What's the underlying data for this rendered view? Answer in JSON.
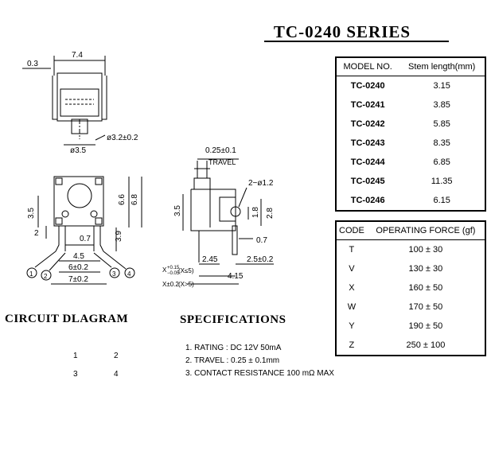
{
  "title": "TC-0240  SERIES",
  "model_table": {
    "headers": [
      "MODEL NO.",
      "Stem length(mm)"
    ],
    "rows": [
      {
        "model": "TC-0240",
        "stem": "3.15"
      },
      {
        "model": "TC-0241",
        "stem": "3.85"
      },
      {
        "model": "TC-0242",
        "stem": "5.85"
      },
      {
        "model": "TC-0243",
        "stem": "8.35"
      },
      {
        "model": "TC-0244",
        "stem": "6.85"
      },
      {
        "model": "TC-0245",
        "stem": "11.35"
      },
      {
        "model": "TC-0246",
        "stem": "6.15"
      }
    ]
  },
  "force_table": {
    "headers": [
      "CODE",
      "OPERATING FORCE (gf)"
    ],
    "rows": [
      {
        "code": "T",
        "force": "100 ± 30"
      },
      {
        "code": "V",
        "force": "130 ± 30"
      },
      {
        "code": "X",
        "force": "160 ± 50"
      },
      {
        "code": "W",
        "force": "170 ± 50"
      },
      {
        "code": "Y",
        "force": "190 ± 50"
      },
      {
        "code": "Z",
        "force": "250 ± 100"
      }
    ]
  },
  "circuit_heading": "CIRCUIT  DLAGRAM",
  "spec_heading": "SPECIFICATIONS",
  "specifications": [
    "1. RATING : DC 12V  50mA",
    "2. TRAVEL : 0.25 ± 0.1mm",
    "3. CONTACT RESISTANCE 100 mΩ MAX"
  ],
  "dims": {
    "top_width": "7.4",
    "top_offset": "0.3",
    "stem_dia": "ø3.5",
    "stem_dia_tol": "ø3.2±0.2",
    "h_35": "3.5",
    "h_66": "6.6",
    "h_68": "6.8",
    "d_2": "2",
    "d_07": "0.7",
    "d_39": "3.9",
    "d_45": "4.5",
    "d_6": "6±0.2",
    "d_7": "7±0.2",
    "travel_val": "0.25±0.1",
    "travel_label": "TRAVEL",
    "hole": "2−ø1.2",
    "side_35": "3.5",
    "side_18": "1.8",
    "side_28": "2.8",
    "side_07": "0.7",
    "side_245": "2.45",
    "side_25": "2.5±0.2",
    "side_415": "4.15",
    "x_tol_a": "X",
    "x_tol_sup": "+0.15",
    "x_tol_sub": "−0.05",
    "x_tol_a_cond": "(X≤5)",
    "x_tol_b": "X±0.2",
    "x_tol_b_cond": "(X>5)",
    "pin1": "1",
    "pin2": "2",
    "pin3": "3",
    "pin4": "4"
  }
}
